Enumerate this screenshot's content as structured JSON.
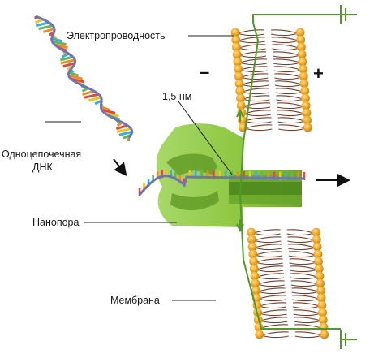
{
  "labels": {
    "conductivity": "Электропроводность",
    "ssdna_line1": "Одноцепочечная",
    "ssdna_line2": "ДНК",
    "nanopore": "Нанопора",
    "membrane": "Мембрана",
    "diameter": "1,5 нм"
  },
  "signs": {
    "negative": "–",
    "positive": "+"
  },
  "colors": {
    "membrane_head": "#f0a824",
    "membrane_tail": "#7a3a28",
    "nanopore": "#8cc63f",
    "nanopore_dark": "#4f8a1e",
    "wire": "#4f9a2a",
    "dna_backbone": "#6e74b8",
    "dna_bases": [
      "#e5473b",
      "#f2c418",
      "#3fa9e0",
      "#5cb85c",
      "#f08a24"
    ]
  },
  "icons": [
    "ground-symbol-top",
    "ground-symbol-bottom",
    "arrow-icon"
  ]
}
